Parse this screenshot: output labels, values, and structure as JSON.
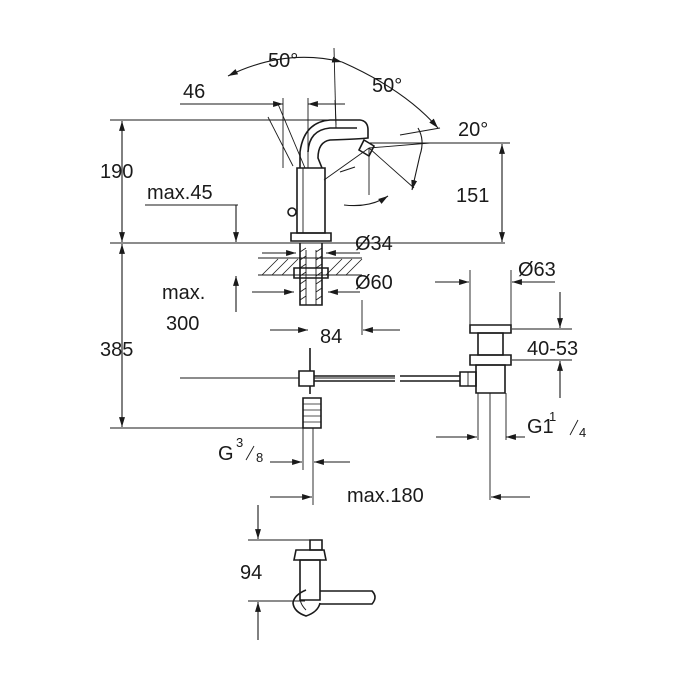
{
  "colors": {
    "line": "#1a1a1a",
    "background": "#ffffff"
  },
  "dimensions": {
    "spout_swivel_angle": "50°",
    "aerator_swivel_angle": "50°",
    "aerator_tilt_angle": "20°",
    "spout_projection": "46",
    "tap_height": "190",
    "spout_outlet_height": "151",
    "max_deck_thickness_top": "max.45",
    "body_diameter": "Ø34",
    "hole_diameter": "Ø60",
    "max_under_deck": "max.",
    "max_under_deck_value": "300",
    "total_height": "385",
    "pipe_center_offset": "84",
    "waste_diameter": "Ø63",
    "waste_range": "40-53",
    "connection_thread_main": "G",
    "connection_thread_sup": "3",
    "connection_thread_sub": "8",
    "waste_thread_main": "G1",
    "waste_thread_sup": "1",
    "waste_thread_sub": "4",
    "max_waste_distance": "max.180",
    "lever_height": "94"
  }
}
